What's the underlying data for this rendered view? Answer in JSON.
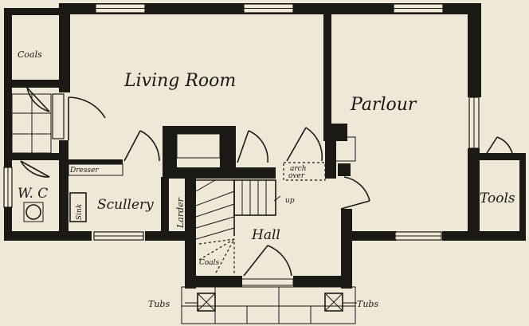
{
  "labels": {
    "coals_top": "Coals",
    "living_room": "Living Room",
    "parlour": "Parlour",
    "dresser": "Dresser",
    "wc": "W. C",
    "sink": "Sink",
    "scullery": "Scullery",
    "larder": "Larder",
    "arch_line1": "arch",
    "arch_line2": "over",
    "up": "up",
    "hall": "Hall",
    "tools": "Tools",
    "coals_bottom": "Coals",
    "tubs_left": "Tubs",
    "tubs_right": "Tubs"
  },
  "colors": {
    "paper": "#efe8d6",
    "ink": "#1b1915"
  }
}
